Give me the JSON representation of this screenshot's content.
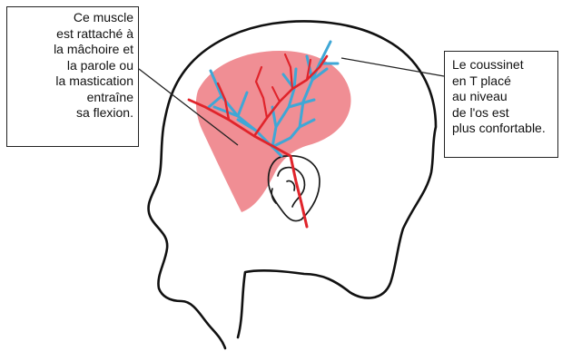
{
  "callouts": {
    "muscle": {
      "lines": [
        "Ce muscle",
        "est rattaché à",
        "la mâchoire et",
        "la parole ou",
        "la mastication",
        "entraîne",
        "sa flexion."
      ]
    },
    "pad": {
      "lines": [
        "Le coussinet",
        "en T placé",
        "au niveau",
        "de l'os est",
        "plus confortable."
      ]
    }
  },
  "colors": {
    "muscle_fill": "#f08e94",
    "artery": "#e0242b",
    "nerve": "#3fa7d6",
    "outline": "#111111"
  }
}
